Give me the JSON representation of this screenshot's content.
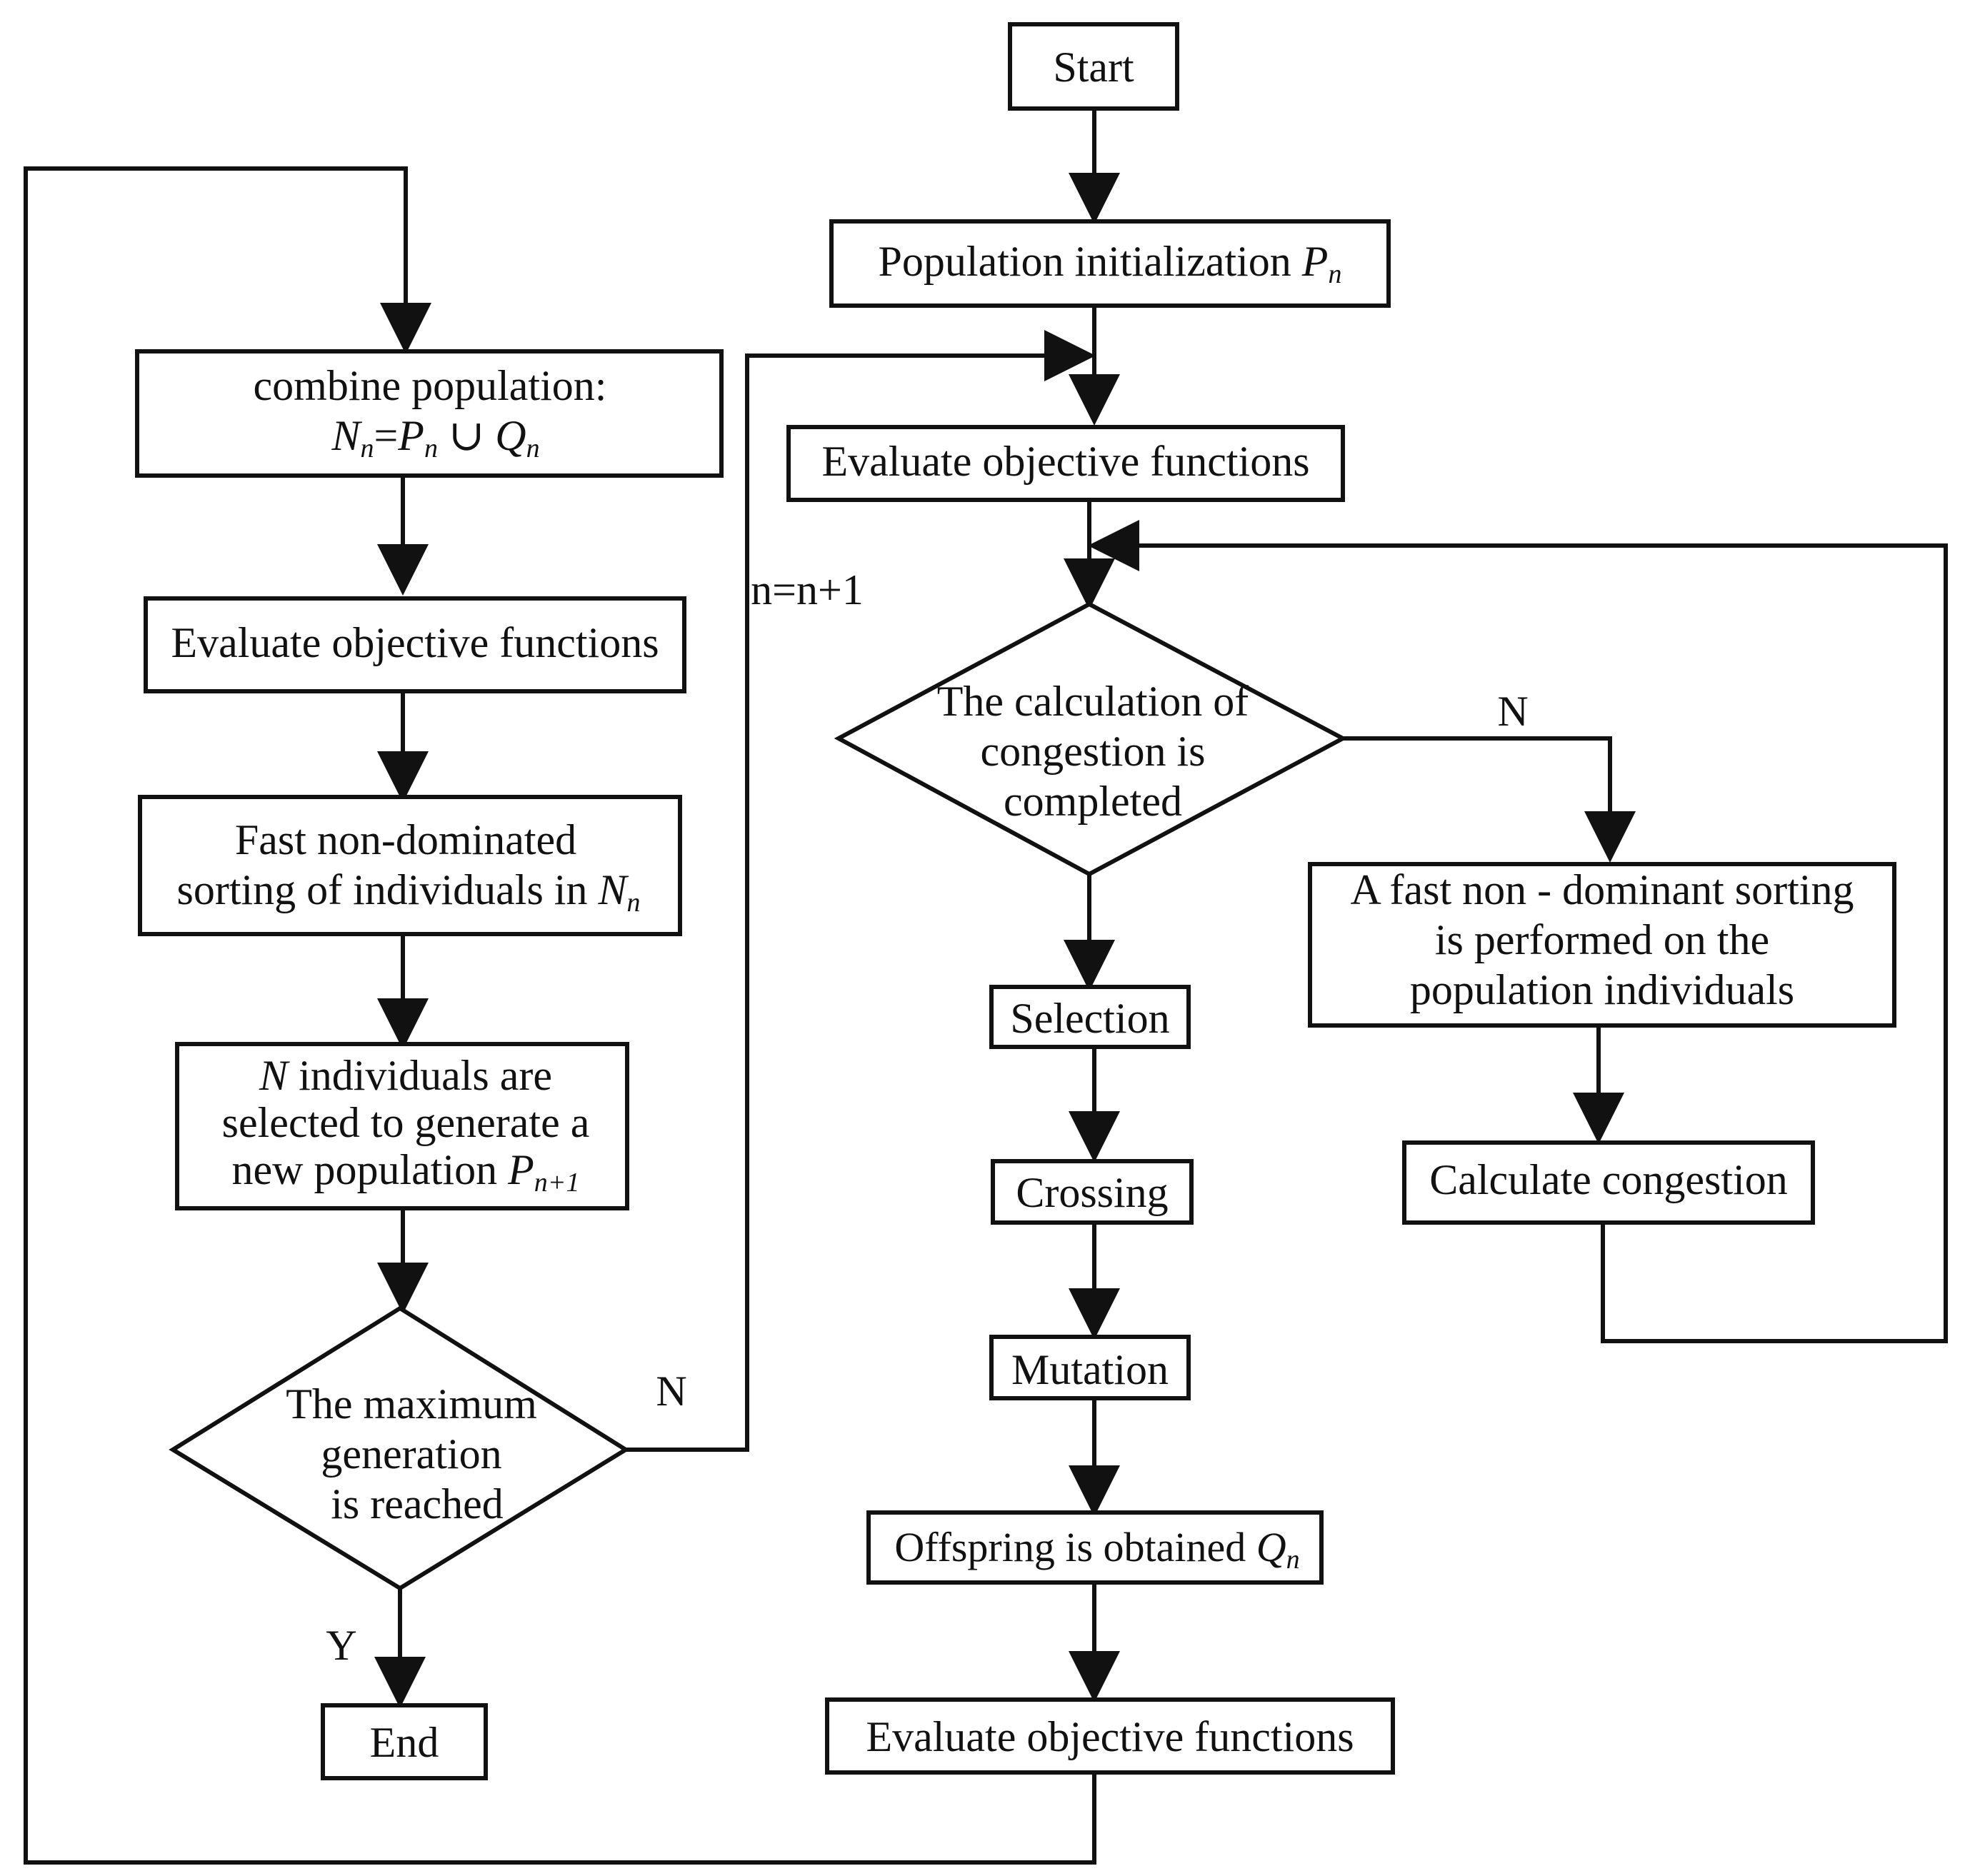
{
  "nodes": {
    "start": "Start",
    "pop_init": {
      "text": "Population initialization ",
      "var": "P",
      "sub": "n"
    },
    "eval_right_top": "Evaluate objective functions",
    "congestion_check": {
      "line1": "The calculation of",
      "line2": "congestion is",
      "line3": "completed"
    },
    "selection": "Selection",
    "crossing": "Crossing",
    "mutation": "Mutation",
    "offspring": {
      "text": "Offspring is obtained ",
      "var": "Q",
      "sub": "n"
    },
    "eval_right_bottom": "Evaluate objective functions",
    "fast_sort_right": {
      "line1": "A fast non - dominant sorting",
      "line2": "is performed on the",
      "line3": "population individuals"
    },
    "calc_congestion": "Calculate congestion",
    "combine": {
      "line1": "combine population:",
      "n": "N",
      "n_sub": "n",
      "eq": "=",
      "p": "P",
      "p_sub": "n",
      "union": " ∪ ",
      "q": "Q",
      "q_sub": "n"
    },
    "eval_left": "Evaluate objective functions",
    "fast_sort_left": {
      "line1": "Fast non-dominated",
      "line2": "sorting of individuals in ",
      "var": "N",
      "sub": "n"
    },
    "select_n": {
      "var": "N",
      "line1_rest": " individuals are",
      "line2": "selected to generate a",
      "line3": "new population ",
      "p": "P",
      "p_sub": "n+1"
    },
    "max_gen_check": {
      "line1": "The maximum",
      "line2": "generation",
      "line3": "is reached"
    },
    "end": "End"
  },
  "edge_labels": {
    "no_congestion": "N",
    "no_max_gen": "N",
    "yes_max_gen": "Y",
    "increment": "n=n+1"
  }
}
